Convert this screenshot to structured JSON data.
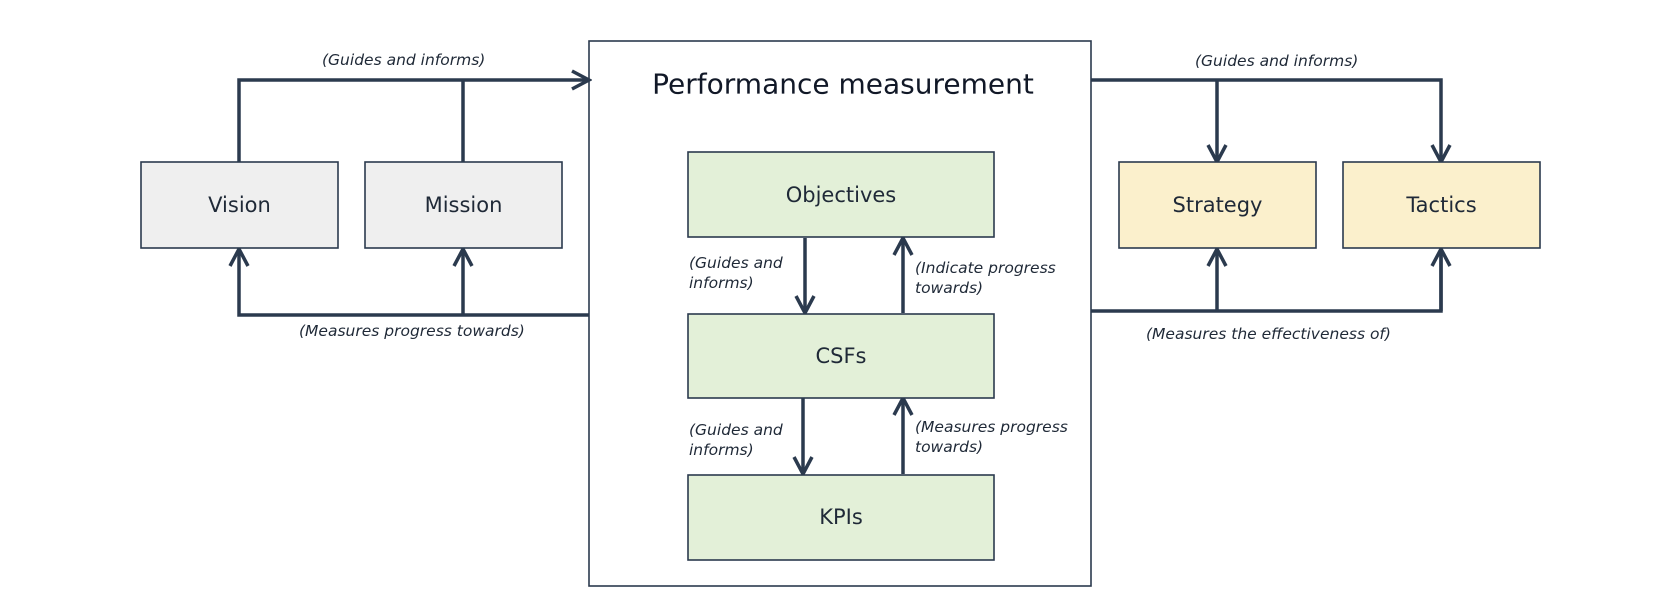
{
  "diagram": {
    "container_title": "Performance measurement",
    "nodes": {
      "vision": "Vision",
      "mission": "Mission",
      "objectives": "Objectives",
      "csfs": "CSFs",
      "kpis": "KPIs",
      "strategy": "Strategy",
      "tactics": "Tactics"
    },
    "edge_labels": {
      "left_top": "(Guides and informs)",
      "left_bottom": "(Measures progress towards)",
      "right_top": "(Guides and informs)",
      "right_bottom": "(Measures the effectiveness of)",
      "obj_to_csf": [
        "(Guides and",
        "informs)"
      ],
      "csf_to_obj": [
        "(Indicate progress",
        "towards)"
      ],
      "csf_to_kpi": [
        "(Guides and",
        "informs)"
      ],
      "kpi_to_csf": [
        "(Measures progress",
        "towards)"
      ]
    },
    "colors": {
      "line": "#2b3a4e",
      "gray_fill": "#efefef",
      "green_fill": "#e3f0d8",
      "yellow_fill": "#fbf0cc"
    }
  }
}
